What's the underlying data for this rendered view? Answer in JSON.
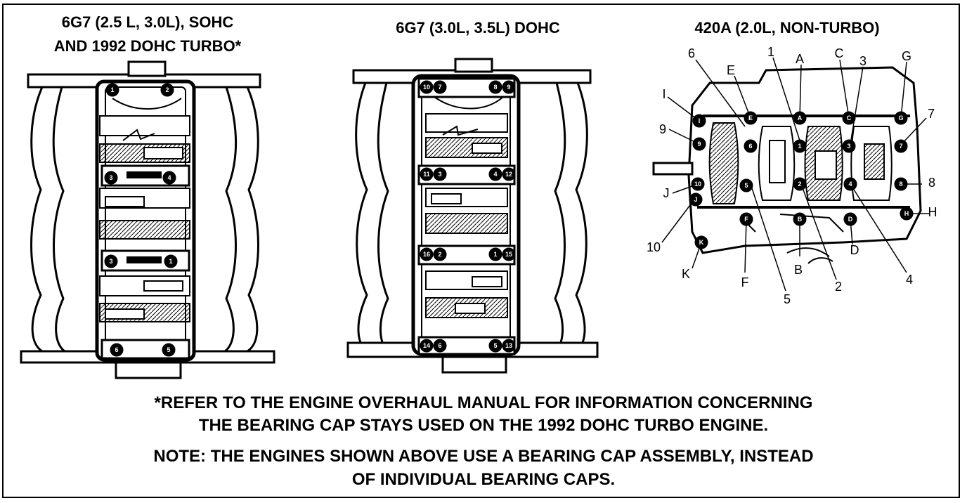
{
  "diagrams": [
    {
      "title_line1": "6G7 (2.5 L, 3.0L), SOHC",
      "title_line2": "AND 1992 DOHC TURBO*",
      "bolts": [
        "1",
        "2",
        "3",
        "4",
        "3",
        "1",
        "6",
        "5"
      ]
    },
    {
      "title_line1": "6G7 (3.0L, 3.5L) DOHC",
      "bolts": [
        "10",
        "7",
        "8",
        "9",
        "11",
        "3",
        "4",
        "12",
        "16",
        "2",
        "1",
        "15",
        "14",
        "6",
        "5",
        "13"
      ]
    },
    {
      "title_line1": "420A (2.0L, NON-TURBO)",
      "callouts": [
        "6",
        "E",
        "1",
        "A",
        "C",
        "3",
        "G",
        "I",
        "7",
        "9",
        "8",
        "J",
        "H",
        "10",
        "K",
        "F",
        "B",
        "D",
        "5",
        "2",
        "4"
      ],
      "bolts": [
        "1",
        "2",
        "3",
        "4",
        "5",
        "6",
        "7",
        "8",
        "9",
        "10",
        "E",
        "A",
        "C",
        "G",
        "I",
        "J",
        "H",
        "K",
        "F",
        "B",
        "D"
      ]
    }
  ],
  "footnote_line1": "*REFER TO THE ENGINE OVERHAUL MANUAL FOR INFORMATION CONCERNING",
  "footnote_line2": "THE BEARING CAP STAYS USED ON THE 1992 DOHC TURBO ENGINE.",
  "note_line1": "NOTE: THE ENGINES SHOWN ABOVE USE A BEARING CAP ASSEMBLY, INSTEAD",
  "note_line2": "OF INDIVIDUAL BEARING CAPS."
}
